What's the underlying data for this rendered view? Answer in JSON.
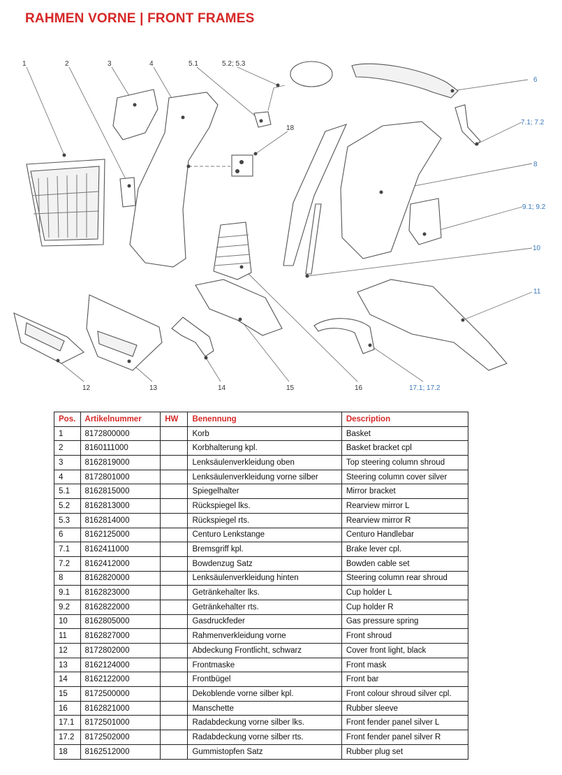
{
  "page": {
    "title": "RAHMEN VORNE  |  FRONT FRAMES"
  },
  "diagram": {
    "callouts": [
      "1",
      "2",
      "3",
      "4",
      "5.1",
      "5.2; 5.3",
      "6",
      "7.1; 7.2",
      "8",
      "9.1; 9.2",
      "10",
      "11",
      "12",
      "13",
      "14",
      "15",
      "16",
      "17.1; 17.2",
      "18"
    ]
  },
  "table": {
    "headers": {
      "pos": "Pos.",
      "artikelnummer": "Artikelnummer",
      "hw": "HW",
      "benennung": "Benennung",
      "description": "Description"
    },
    "rows": [
      {
        "pos": "1",
        "art": "8172800000",
        "hw": "",
        "ben": "Korb",
        "desc": "Basket"
      },
      {
        "pos": "2",
        "art": "8160111000",
        "hw": "",
        "ben": "Korbhalterung kpl.",
        "desc": "Basket bracket cpl"
      },
      {
        "pos": "3",
        "art": "8162819000",
        "hw": "",
        "ben": "Lenksäulenverkleidung oben",
        "desc": "Top steering column shroud"
      },
      {
        "pos": "4",
        "art": "8172801000",
        "hw": "",
        "ben": "Lenksäulenverkleidung vorne silber",
        "desc": "Steering column cover silver"
      },
      {
        "pos": "5.1",
        "art": "8162815000",
        "hw": "",
        "ben": "Spiegelhalter",
        "desc": "Mirror bracket"
      },
      {
        "pos": "5.2",
        "art": "8162813000",
        "hw": "",
        "ben": "Rückspiegel lks.",
        "desc": "Rearview mirror L"
      },
      {
        "pos": "5.3",
        "art": "8162814000",
        "hw": "",
        "ben": "Rückspiegel rts.",
        "desc": "Rearview mirror R"
      },
      {
        "pos": "6",
        "art": "8162125000",
        "hw": "",
        "ben": "Centuro Lenkstange",
        "desc": "Centuro Handlebar"
      },
      {
        "pos": "7.1",
        "art": "8162411000",
        "hw": "",
        "ben": "Bremsgriff kpl.",
        "desc": "Brake lever cpl."
      },
      {
        "pos": "7.2",
        "art": "8162412000",
        "hw": "",
        "ben": "Bowdenzug Satz",
        "desc": "Bowden cable set"
      },
      {
        "pos": "8",
        "art": "8162820000",
        "hw": "",
        "ben": "Lenksäulenverkleidung hinten",
        "desc": "Steering column rear shroud"
      },
      {
        "pos": "9.1",
        "art": "8162823000",
        "hw": "",
        "ben": "Getränkehalter lks.",
        "desc": "Cup holder L"
      },
      {
        "pos": "9.2",
        "art": "8162822000",
        "hw": "",
        "ben": "Getränkehalter rts.",
        "desc": "Cup holder R"
      },
      {
        "pos": "10",
        "art": "8162805000",
        "hw": "",
        "ben": "Gasdruckfeder",
        "desc": "Gas pressure spring"
      },
      {
        "pos": "11",
        "art": "8162827000",
        "hw": "",
        "ben": "Rahmenverkleidung vorne",
        "desc": "Front shroud"
      },
      {
        "pos": "12",
        "art": "8172802000",
        "hw": "",
        "ben": "Abdeckung Frontlicht, schwarz",
        "desc": "Cover front light, black"
      },
      {
        "pos": "13",
        "art": "8162124000",
        "hw": "",
        "ben": "Frontmaske",
        "desc": "Front mask"
      },
      {
        "pos": "14",
        "art": "8162122000",
        "hw": "",
        "ben": "Frontbügel",
        "desc": "Front bar"
      },
      {
        "pos": "15",
        "art": "8172500000",
        "hw": "",
        "ben": "Dekoblende vorne silber kpl.",
        "desc": "Front colour shroud silver cpl."
      },
      {
        "pos": "16",
        "art": "8162821000",
        "hw": "",
        "ben": "Manschette",
        "desc": "Rubber sleeve"
      },
      {
        "pos": "17.1",
        "art": "8172501000",
        "hw": "",
        "ben": "Radabdeckung vorne silber lks.",
        "desc": "Front fender panel silver L"
      },
      {
        "pos": "17.2",
        "art": "8172502000",
        "hw": "",
        "ben": "Radabdeckung vorne silber rts.",
        "desc": "Front fender panel silver R"
      },
      {
        "pos": "18",
        "art": "8162512000",
        "hw": "",
        "ben": "Gummistopfen Satz",
        "desc": "Rubber plug set"
      }
    ]
  }
}
